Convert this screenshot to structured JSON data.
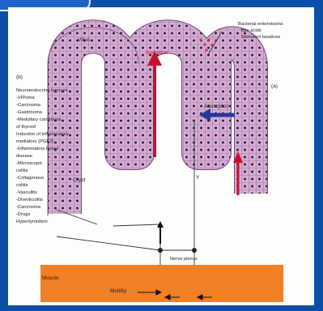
{
  "labels": {
    "villus": "Villus",
    "secretion": "Secretion",
    "absorption": "Absorption",
    "crypt": "Crypt",
    "panel_b": "(b)",
    "panel_a": "(a)",
    "nerve_plexus": "Nerve\nplexus",
    "muscle": "Muscle",
    "motility": "Motility",
    "y_mark": "Y",
    "bacterial_lines": [
      "Bacterial enterotoxins",
      "Bile acids",
      "Stimulant laxatives"
    ],
    "cause_list": [
      "Neuroendocrine tumours",
      "-VIPoma",
      "-Carcinoma",
      "-Gastrinoma",
      "-Medullary carcinoma",
      "  of thyroid",
      "Induction of inflammatory",
      "  mediators (PGE2)",
      "-Inflammatory bowel",
      "  disease",
      "-Microscopic",
      "  colitis",
      "-Collagenous",
      "  colitis",
      "-Vasculitis",
      "-Diverticulitis",
      "-Carcinoma",
      "-Drugs",
      "Hypertyroidism"
    ]
  },
  "colors": {
    "cell_fill": "#d6acd2",
    "cell_stroke": "#6e4a7e",
    "nucleus": "#2e2340",
    "muscle": "#f07f25",
    "secretion_arrow": "#c8102e",
    "absorption_arrow": "#27379a",
    "frame_blue": "#0b4fa8"
  },
  "icons": [
    "enterotoxin-dots",
    "nucleus-dots"
  ]
}
